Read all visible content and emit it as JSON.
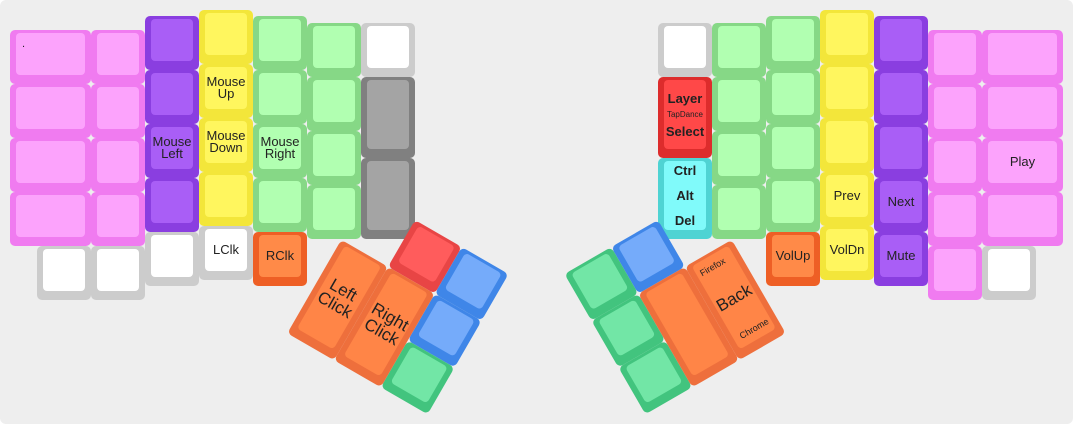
{
  "keys": {
    "mouse_up": "Mouse\nUp",
    "mouse_left": "Mouse\nLeft",
    "mouse_down": "Mouse\nDown",
    "mouse_right": "Mouse\nRight",
    "lclk": "LClk",
    "rclk": "RClk",
    "left_click": "Left\nClick",
    "right_click": "Right\nClick",
    "back": "Back",
    "firefox": "Firefox",
    "chrome": "Chrome",
    "layer": "Layer",
    "tapdance": "TapDance",
    "select": "Select",
    "ctrl": "Ctrl",
    "alt": "Alt",
    "del": "Del",
    "prev": "Prev",
    "next": "Next",
    "play": "Play",
    "volup": "VolUp",
    "voldn": "VolDn",
    "mute": "Mute",
    "dot": "."
  },
  "colors": {
    "pink": "#fca3fc",
    "purple": "#a95ef6",
    "yellow": "#fff65e",
    "green": "#b1ffb1",
    "white": "#ffffff",
    "gray": "#a4a4a4",
    "orange": "#ff8a48",
    "red": "#ff4848",
    "cyan": "#80fafa",
    "mint": "#72e6a6",
    "blue": "#75abfa"
  }
}
